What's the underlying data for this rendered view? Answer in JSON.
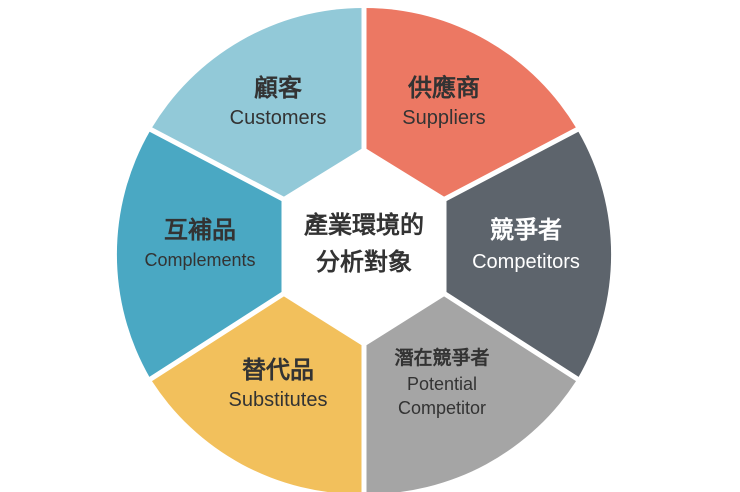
{
  "center": {
    "line1": "產業環境的",
    "line2": "分析對象",
    "fill": "#ffffff",
    "text_color": "#333333"
  },
  "segments": [
    {
      "key": "customers",
      "zh": "顧客",
      "en": "Customers",
      "color": "#92c9d8",
      "text_color": "#333333"
    },
    {
      "key": "suppliers",
      "zh": "供應商",
      "en": "Suppliers",
      "color": "#ec7863",
      "text_color": "#333333"
    },
    {
      "key": "competitors",
      "zh": "競爭者",
      "en": "Competitors",
      "color": "#5d646c",
      "text_color": "#ffffff"
    },
    {
      "key": "potential-competitor",
      "zh": "潛在競爭者",
      "en_line1": "Potential",
      "en_line2": "Competitor",
      "color": "#a5a5a5",
      "text_color": "#333333"
    },
    {
      "key": "substitutes",
      "zh": "替代品",
      "en": "Substitutes",
      "color": "#f2c05c",
      "text_color": "#333333"
    },
    {
      "key": "complements",
      "zh": "互補品",
      "en": "Complements",
      "color": "#4aa8c3",
      "text_color": "#333333"
    }
  ]
}
